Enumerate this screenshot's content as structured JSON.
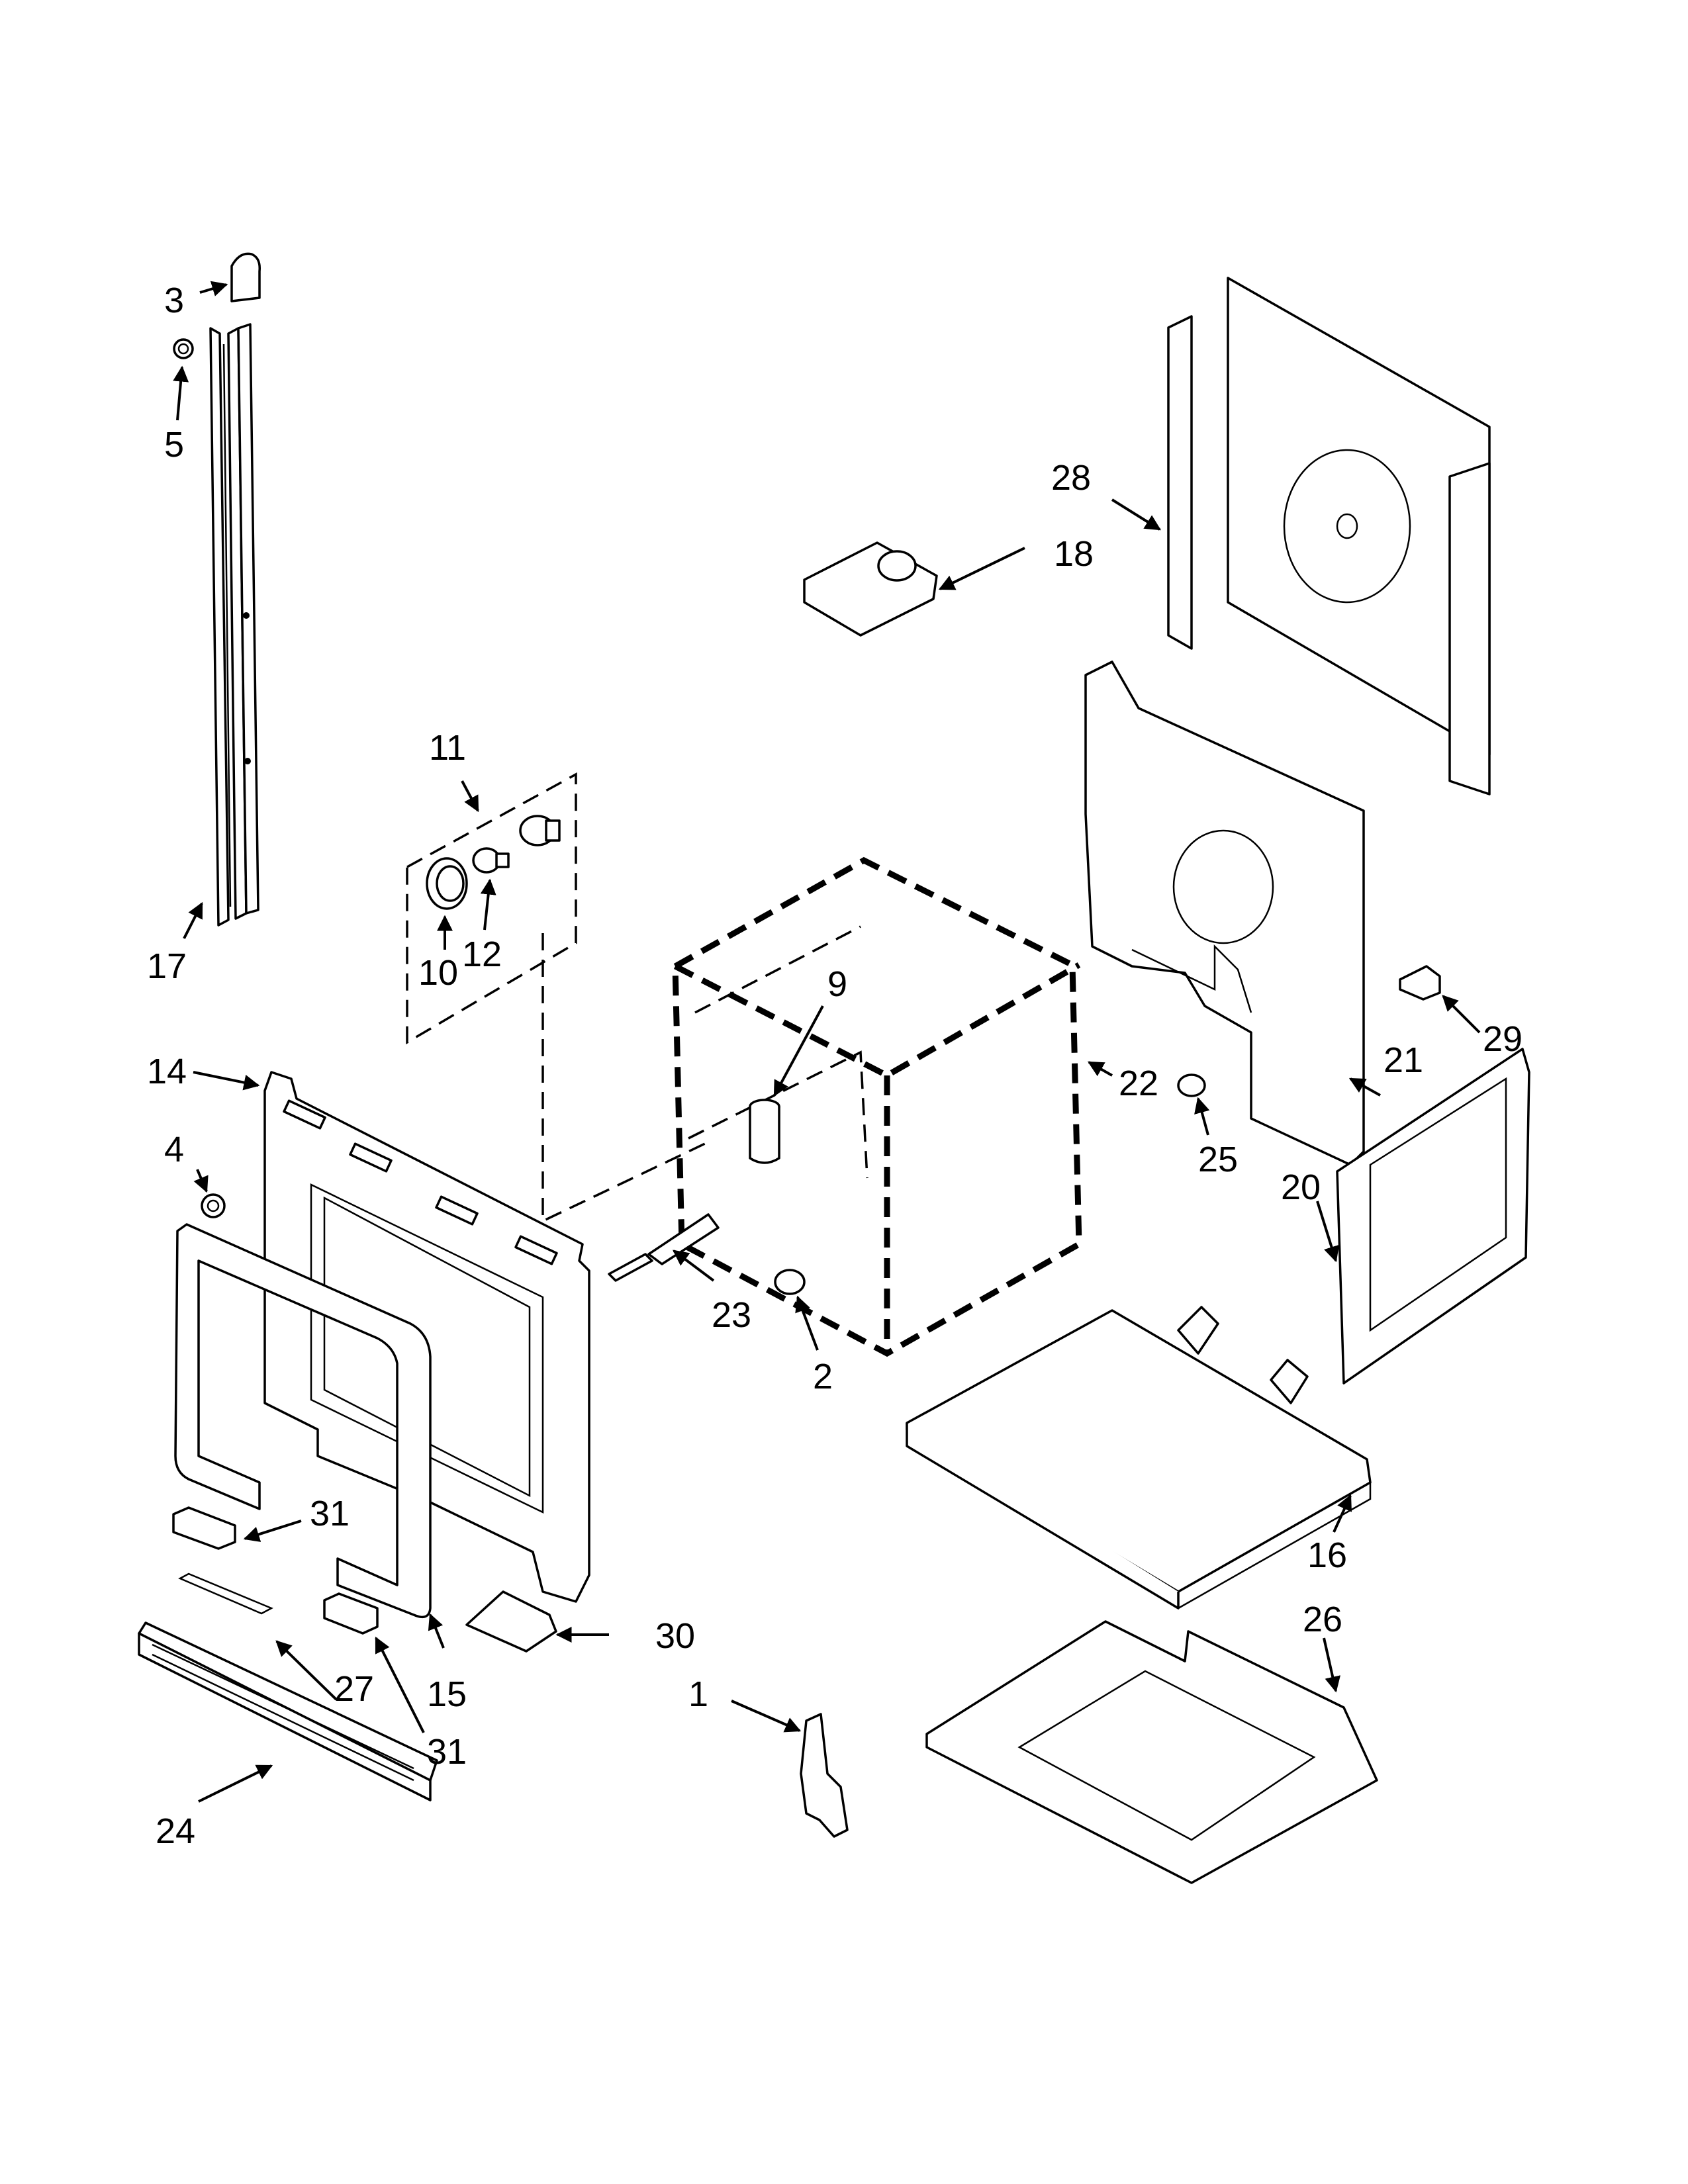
{
  "diagram": {
    "callouts": {
      "c1": "1",
      "c2": "2",
      "c3": "3",
      "c4": "4",
      "c5": "5",
      "c9": "9",
      "c10": "10",
      "c11": "11",
      "c12": "12",
      "c14": "14",
      "c15": "15",
      "c16": "16",
      "c17": "17",
      "c18": "18",
      "c20": "20",
      "c21": "21",
      "c22": "22",
      "c23": "23",
      "c24": "24",
      "c25": "25",
      "c26": "26",
      "c27": "27",
      "c28": "28",
      "c29": "29",
      "c30": "30",
      "c31a": "31",
      "c31b": "31"
    }
  }
}
